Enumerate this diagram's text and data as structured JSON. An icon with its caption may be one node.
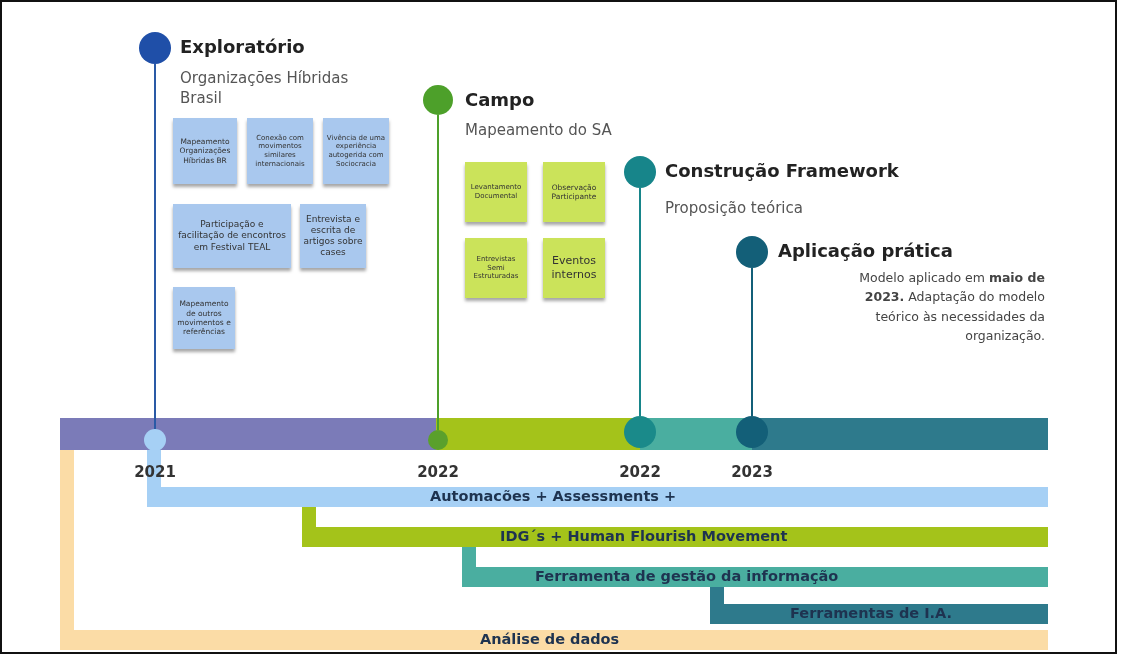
{
  "diagram": {
    "nodes": [
      {
        "text": [],
        "shape": "circle",
        "beside": [
          "Exploratório",
          "Organizações Híbridas Brasil"
        ]
      },
      {
        "text": [
          "Mapeamento Organizações Híbridas BR"
        ]
      },
      {
        "text": [
          "Conexão com movimentos similares internacionais"
        ]
      },
      {
        "text": [
          "Vivência de uma experiência autogerida com Sociocracia"
        ]
      },
      {
        "text": [
          "Participação e facilitação de encontros em Festival TEAL"
        ]
      },
      {
        "text": [
          "Entrevista e escrita de artigos sobre cases"
        ]
      },
      {
        "text": [
          "Mapeamento de outros movimentos e referências"
        ]
      },
      {
        "text": [],
        "shape": "circle",
        "beside": [
          "Campo",
          "Mapeamento do SA"
        ]
      },
      {
        "text": [
          "Levantamento Documental"
        ]
      },
      {
        "text": [
          "Observação Participante"
        ]
      },
      {
        "text": [
          "Entrevistas Semi Estruturadas"
        ]
      },
      {
        "text": [
          "Eventos internos"
        ]
      },
      {
        "text": [],
        "shape": "circle",
        "beside": [
          "Construção Framework",
          "Proposição teórica"
        ]
      },
      {
        "text": [],
        "shape": "circle",
        "beside": [
          "Aplicação prática",
          "Modelo aplicado em **maio de 2023.** Adaptação do modelo teórico às necessidades da organização."
        ]
      },
      {
        "text": [],
        "shape": "circle"
      },
      {
        "text": [],
        "shape": "circle"
      },
      {
        "text": [],
        "shape": "circle"
      },
      {
        "text": [],
        "shape": "circle"
      },
      {
        "text": [
          "Automacões + Assessments +"
        ]
      },
      {
        "text": [
          "IDG´s + Human Flourish Movement"
        ]
      },
      {
        "text": [
          "Ferramenta de gestão da informação"
        ]
      },
      {
        "text": [
          "Ferramentas de I.A."
        ]
      },
      {
        "text": [
          "Análise de dados"
        ]
      }
    ],
    "edges": [
      {
        "from": 0,
        "to": 14,
        "arrow": "none",
        "color": "#2a5aa6"
      },
      {
        "from": 7,
        "to": 15,
        "arrow": "none",
        "color": "#4da02a"
      },
      {
        "from": 12,
        "to": 16,
        "arrow": "none",
        "color": "#17858a"
      },
      {
        "from": 13,
        "to": 17,
        "arrow": "none",
        "color": "#135f78"
      }
    ],
    "labels": [
      "2021",
      "2022",
      "2022",
      "2023"
    ]
  }
}
